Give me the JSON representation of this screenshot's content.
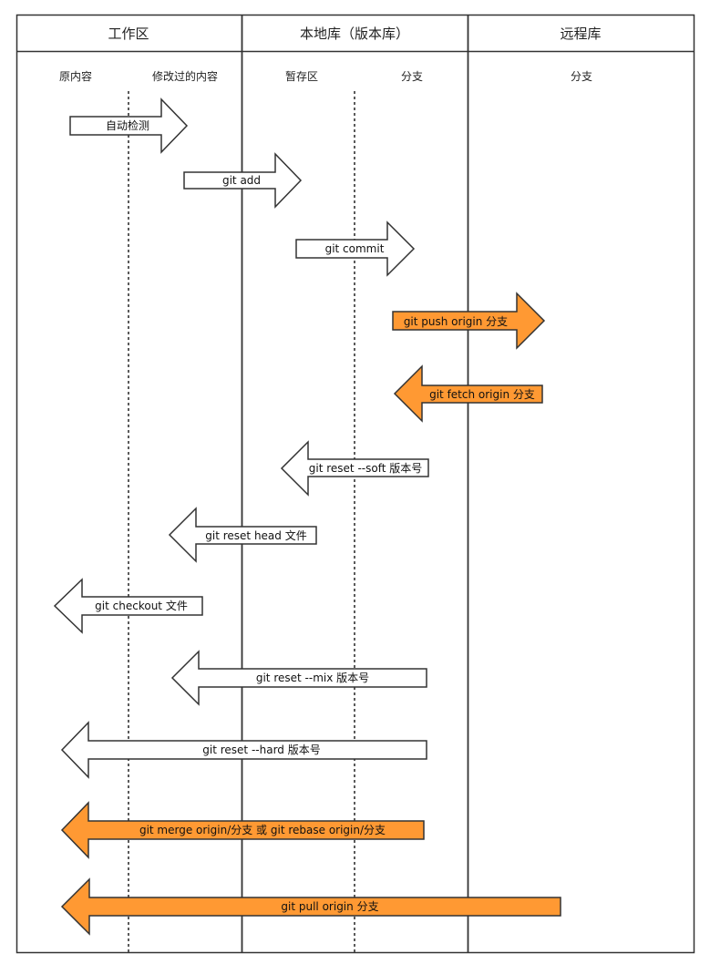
{
  "headers": {
    "workspace": "工作区",
    "local_repo": "本地库（版本库）",
    "remote_repo": "远程库"
  },
  "subheaders": {
    "original": "原内容",
    "modified": "修改过的内容",
    "staging": "暂存区",
    "local_branch": "分支",
    "remote_branch": "分支"
  },
  "arrows": [
    {
      "id": "auto-detect",
      "label": "自动检测",
      "direction": "right",
      "color": "#ffffff"
    },
    {
      "id": "git-add",
      "label": "git add",
      "direction": "right",
      "color": "#ffffff"
    },
    {
      "id": "git-commit",
      "label": "git commit",
      "direction": "right",
      "color": "#ffffff"
    },
    {
      "id": "git-push",
      "label": "git push origin 分支",
      "direction": "right",
      "color": "#ff9933"
    },
    {
      "id": "git-fetch",
      "label": "git fetch origin 分支",
      "direction": "left",
      "color": "#ff9933"
    },
    {
      "id": "git-reset-soft",
      "label": "git reset --soft 版本号",
      "direction": "left",
      "color": "#ffffff"
    },
    {
      "id": "git-reset-head",
      "label": "git reset head 文件",
      "direction": "left",
      "color": "#ffffff"
    },
    {
      "id": "git-checkout",
      "label": "git checkout 文件",
      "direction": "left",
      "color": "#ffffff"
    },
    {
      "id": "git-reset-mix",
      "label": "git reset --mix 版本号",
      "direction": "left",
      "color": "#ffffff"
    },
    {
      "id": "git-reset-hard",
      "label": "git reset --hard 版本号",
      "direction": "left",
      "color": "#ffffff"
    },
    {
      "id": "git-merge-rebase",
      "label": "git merge origin/分支 或 git rebase origin/分支",
      "direction": "left",
      "color": "#ff9933"
    },
    {
      "id": "git-pull",
      "label": "git pull origin 分支",
      "direction": "left",
      "color": "#ff9933"
    }
  ]
}
